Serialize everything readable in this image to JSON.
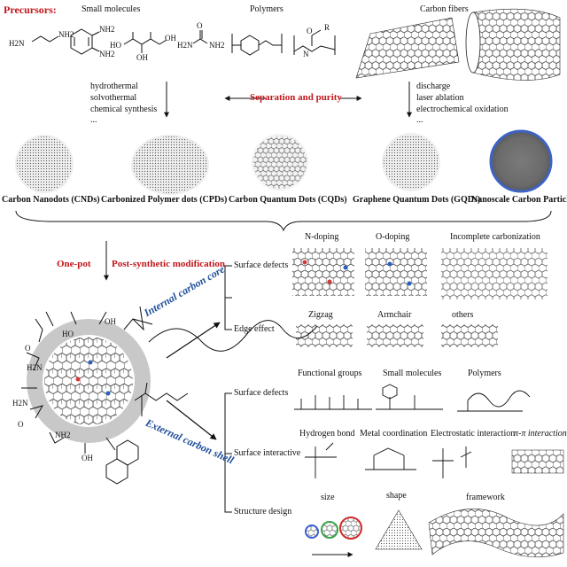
{
  "top": {
    "precursors_label": "Precursors:",
    "small_molecules": "Small molecules",
    "polymers": "Polymers",
    "carbon_fibers": "Carbon fibers",
    "nh2": "NH2",
    "ho": "HO",
    "oh": "OH",
    "o": "O",
    "r": "R",
    "n": "N",
    "h2n": "H2N"
  },
  "methods": {
    "bottom_up": [
      "hydrothermal",
      "solvothermal",
      "chemical synthesis",
      "..."
    ],
    "top_down": [
      "discharge",
      "laser ablation",
      "electrochemical oxidation",
      "..."
    ],
    "separation": "Separation and purity"
  },
  "particles": [
    "Carbon Nanodots (CNDs)",
    "Carbonized Polymer dots (CPDs)",
    "Carbon Quantum Dots (CQDs)",
    "Graphene Quantum Dots (GQDs)",
    "Nanoscale Carbon Particles"
  ],
  "modification": {
    "one_pot": "One-pot",
    "post": "Post-synthetic modification"
  },
  "core": {
    "label": "Internal carbon core",
    "surface_defects": "Surface defects",
    "edge_effect": "Edge effect",
    "n_doping": "N-doping",
    "o_doping": "O-doping",
    "incomplete": "Incomplete carbonization",
    "zigzag": "Zigzag",
    "armchair": "Armchair",
    "others": "others"
  },
  "shell": {
    "label": "External carbon shell",
    "surface_defects": "Surface defects",
    "surface_interactive": "Surface interactive",
    "structure_design": "Structure design",
    "functional_groups": "Functional groups",
    "small_molecules": "Small molecules",
    "polymers": "Polymers",
    "hydrogen_bond": "Hydrogen bond",
    "metal_coordination": "Metal coordination",
    "electrostatic": "Electrostatic interaction",
    "pi_pi": "π-π interaction",
    "size": "size",
    "shape": "shape",
    "framework": "framework"
  },
  "dot_labels": [
    "HO",
    "OH",
    "O",
    "H2N",
    "NH2",
    "OH",
    "O",
    "H2N"
  ],
  "colors": {
    "accent_red": "#c0161b",
    "accent_blue": "#1f4f9a",
    "shell_gray": "#c8c8c8",
    "dopant_red": "#d23a3a",
    "dopant_blue": "#2a5fbf",
    "size_blue": "#3b5fd0",
    "size_green": "#3aa34a",
    "size_red": "#d02b2b"
  }
}
